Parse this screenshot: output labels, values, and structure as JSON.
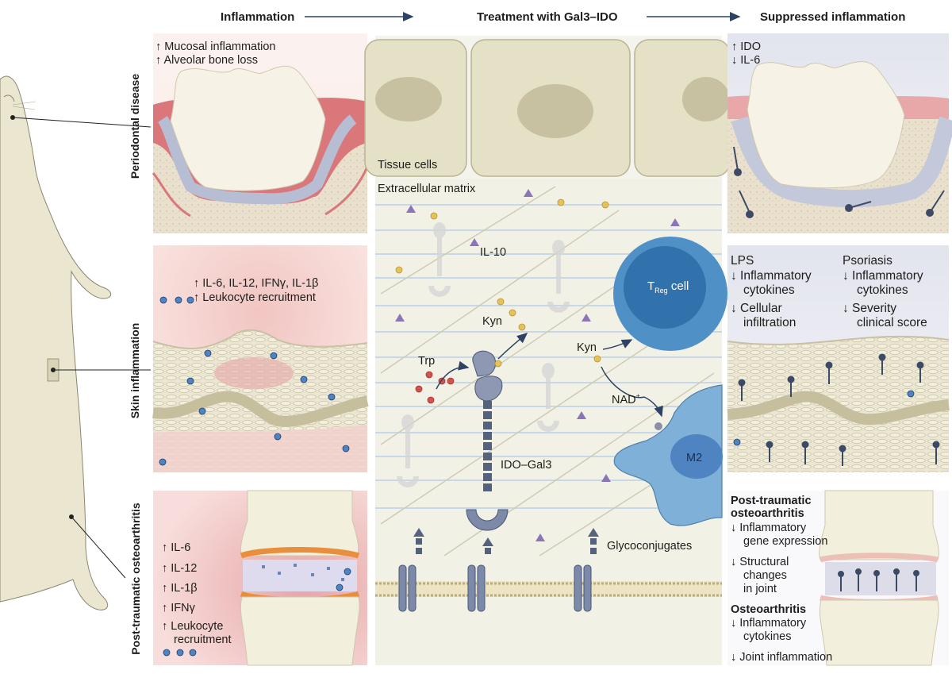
{
  "headers": {
    "inflammation": "Inflammation",
    "treatment": "Treatment with Gal3–IDO",
    "suppressed": "Suppressed inflammation"
  },
  "row_labels": {
    "periodontal": "Periodontal disease",
    "skin": "Skin inflammation",
    "osteoarthritis": "Post-traumatic osteoarthritis"
  },
  "periodontal_left": {
    "line1": "↑ Mucosal inflammation",
    "line2": "↑ Alveolar bone loss"
  },
  "skin_left": {
    "line1": "↑ IL-6, IL-12, IFNγ, IL-1β",
    "line2": "↑ Leukocyte recruitment"
  },
  "oa_left": {
    "items": [
      "↑ IL-6",
      "↑ IL-12",
      "↑ IL-1β",
      "↑ IFNγ",
      "↑ Leukocyte",
      "recruitment"
    ]
  },
  "center": {
    "tissue_cells": "Tissue cells",
    "ecm": "Extracellular matrix",
    "il10": "IL-10",
    "kyn1": "Kyn",
    "kyn2": "Kyn",
    "trp": "Trp",
    "nad": "NAD",
    "nad_sup": "+",
    "treg_t": "T",
    "treg_sub": "Reg",
    "treg_cell": " cell",
    "m2": "M2",
    "ido_gal3": "IDO–Gal3",
    "glyco": "Glycoconjugates"
  },
  "periodontal_right": {
    "line1": "↑ IDO",
    "line2": "↓ IL-6"
  },
  "skin_right": {
    "lps": "LPS",
    "lps1": "↓ Inflammatory",
    "lps2": "cytokines",
    "lps3": "↓ Cellular",
    "lps4": "infiltration",
    "pso": "Psoriasis",
    "pso1": "↓ Inflammatory",
    "pso2": "cytokines",
    "pso3": "↓ Severity",
    "pso4": "clinical score"
  },
  "oa_right": {
    "title1": "Post-traumatic",
    "title2": "osteoarthritis",
    "l1": "↓ Inflammatory",
    "l2": "gene expression",
    "l3": "↓ Structural",
    "l4": "changes",
    "l5": "in joint",
    "title3": "Osteoarthritis",
    "l6": "↓ Inflammatory",
    "l7": "cytokines",
    "l8": "↓ Joint inflammation"
  },
  "colors": {
    "gum_inflamed": "#d9777a",
    "gum_healthy": "#e8a7a8",
    "bone": "#ebe2cc",
    "tooth": "#f6f3e6",
    "treg": "#4f91c7",
    "m2": "#7fb0d8",
    "arrow": "#2f4263"
  }
}
